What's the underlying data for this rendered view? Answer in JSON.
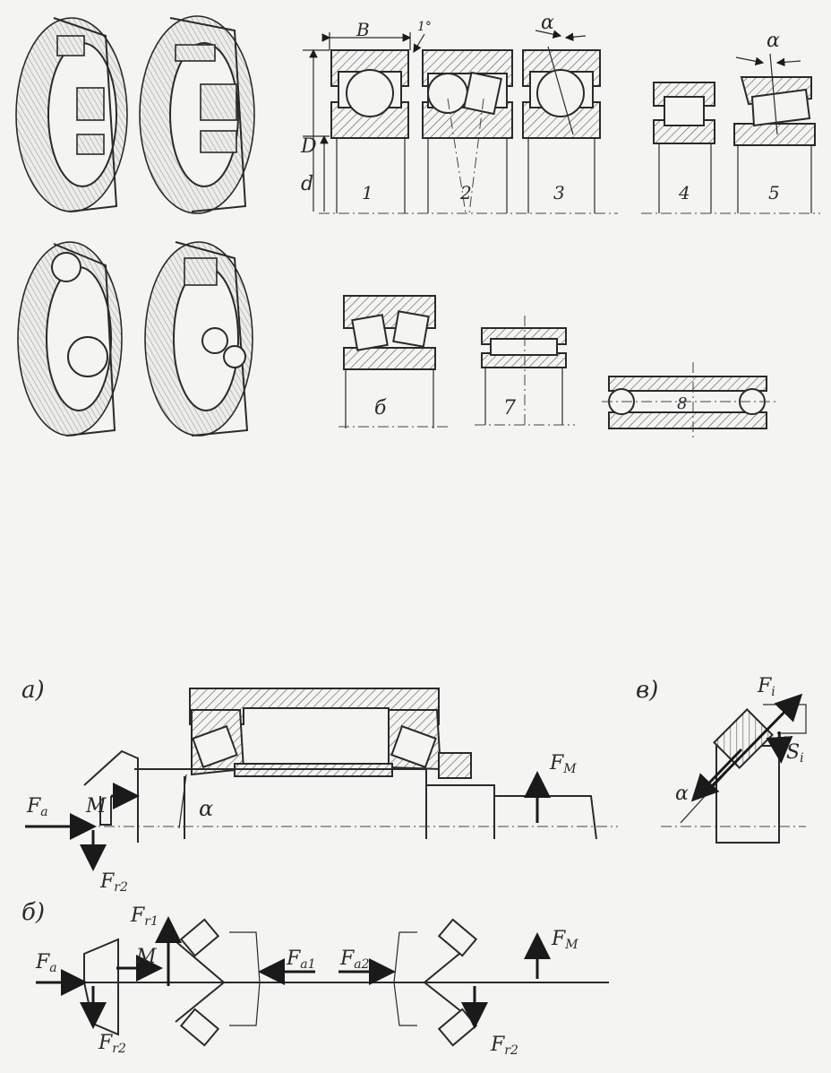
{
  "colors": {
    "background": "#f4f4f2",
    "ink": "#2a2a2a"
  },
  "top_labels": {
    "B": "B",
    "one_deg": "1°",
    "alpha": "α",
    "D": "D",
    "d": "d",
    "n1": "1",
    "n2": "2",
    "n3": "3",
    "n4": "4",
    "n5": "5",
    "n6": "б",
    "n7": "7",
    "n8": "8"
  },
  "fig_a": {
    "label": "а)",
    "Fa": "F",
    "Fa_sub": "a",
    "M": "M",
    "Fr2": "F",
    "Fr2_sub": "r2",
    "FM": "F",
    "FM_sub": "M",
    "alpha": "α"
  },
  "fig_v": {
    "label": "в)",
    "Fi": "F",
    "Fi_sub": "i",
    "Si": "S",
    "Si_sub": "i",
    "alpha": "α"
  },
  "fig_b": {
    "label": "б)",
    "Fa": "F",
    "Fa_sub": "a",
    "M": "M",
    "Fr1": "F",
    "Fr1_sub": "r1",
    "Fr2_left": "F",
    "Fr2_left_sub": "r2",
    "Fa1": "F",
    "Fa1_sub": "a1",
    "Fa2": "F",
    "Fa2_sub": "a2",
    "FM": "F",
    "FM_sub": "M",
    "Fr2_right": "F",
    "Fr2_right_sub": "r2"
  }
}
